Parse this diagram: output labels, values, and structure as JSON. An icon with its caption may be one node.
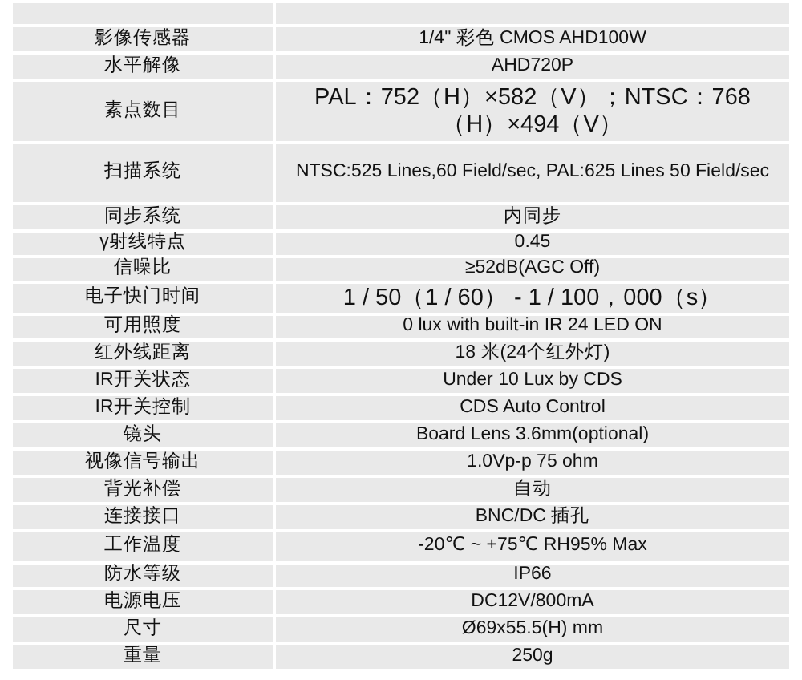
{
  "diagram": {
    "labels": [
      "影像传感器",
      "1/4\" 彩色 CMOS AHD100W",
      "水平解像",
      "AHD720P",
      "素点数目",
      "PAL：752（H）×582（V）；NTSC：768（H）×494（V）",
      "扫描系统",
      "NTSC:525 Lines,60 Field/sec, PAL:625 Lines 50 Field/sec",
      "同步系统",
      "内同步",
      "γ射线特点",
      "0.45",
      "信噪比",
      "≥52dB(AGC Off)",
      "电子快门时间",
      "1 / 50（1 / 60） - 1 / 100，000（s）",
      "可用照度",
      "0 lux with built-in IR 24 LED ON",
      "红外线距离",
      "18 米(24个红外灯)",
      "IR开关状态",
      "Under 10 Lux by CDS",
      "IR开关控制",
      "CDS Auto Control",
      "镜头",
      "Board Lens 3.6mm(optional)",
      "视像信号输出",
      "1.0Vp-p 75 ohm",
      "背光补偿",
      "自动",
      "连接接口",
      "BNC/DC 插孔",
      "工作温度",
      "-20℃ ~ +75℃ RH95% Max",
      "防水等级",
      "IP66",
      "电源电压",
      "DC12V/800mA",
      "尺寸",
      "Ø69x55.5(H) mm",
      "重量",
      "250g"
    ]
  }
}
